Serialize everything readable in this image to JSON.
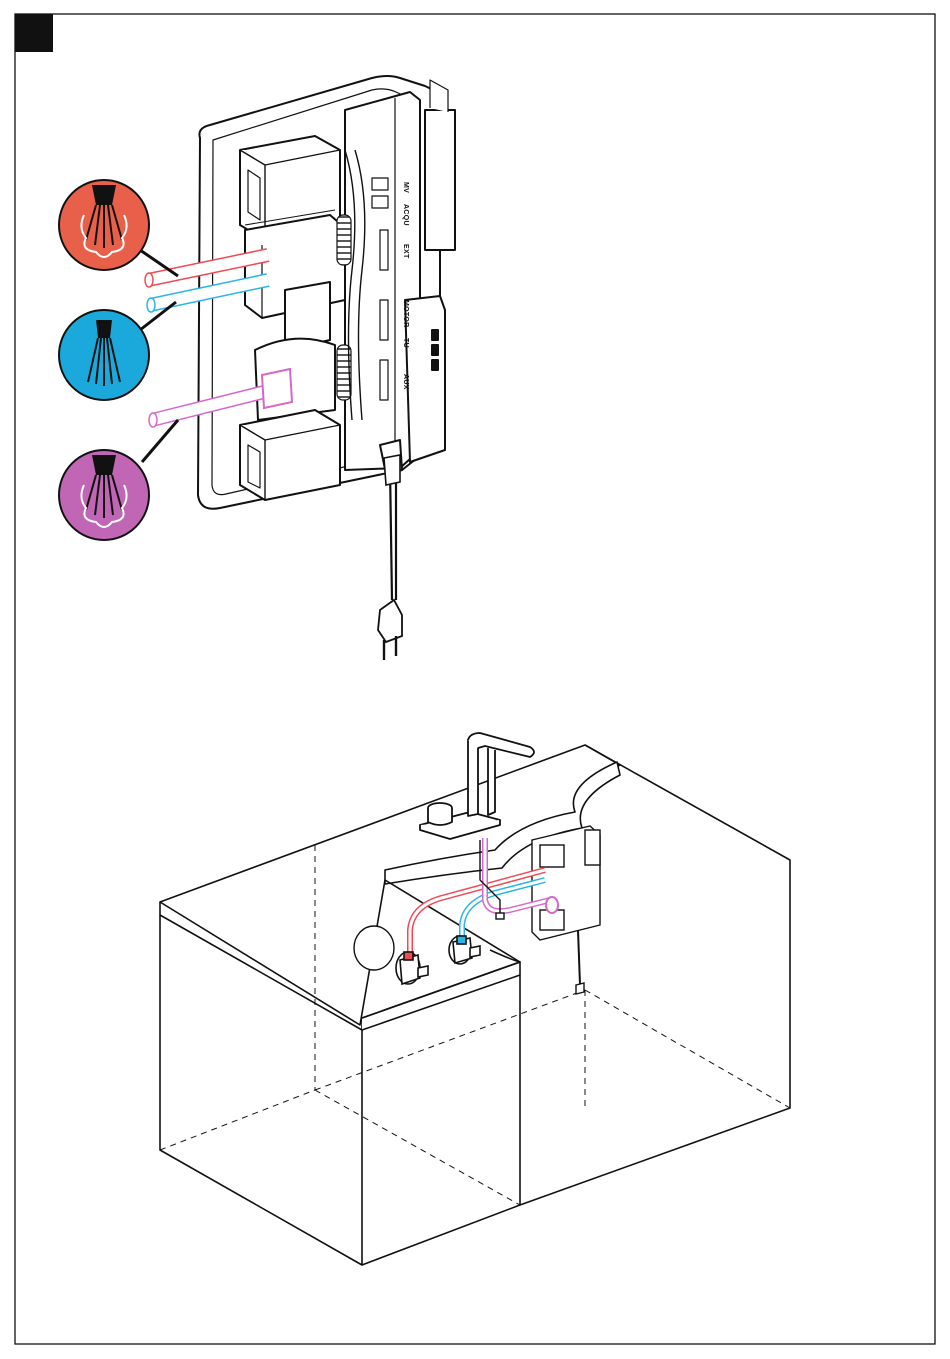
{
  "colors": {
    "hot": "#e8604a",
    "cold": "#1ba9dc",
    "mixed": "#c066b5",
    "hot_pipe": "#ef4b55",
    "cold_pipe": "#2ab5e6",
    "mixed_pipe": "#d668c9",
    "line": "#111111",
    "surface": "#ffffff"
  },
  "icons": {
    "hot": "hot-steam-spray-icon",
    "cold": "cold-spray-icon",
    "mixed": "mixed-steam-spray-icon"
  },
  "control_box": {
    "connector_labels": [
      "MV",
      "ACQU",
      "EXT",
      "MOTOR",
      "TU",
      "AUX"
    ]
  }
}
